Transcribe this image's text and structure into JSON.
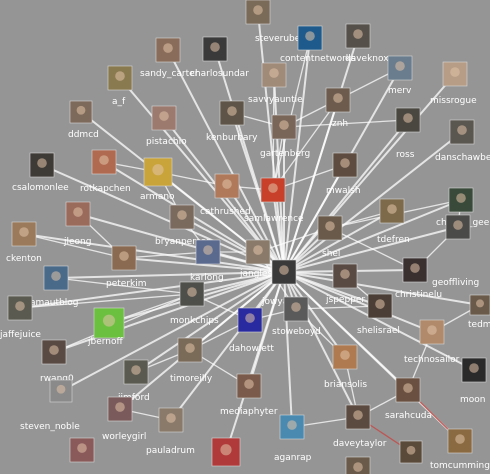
{
  "colors": {
    "background": "#959595",
    "edge": "#ffffff",
    "edge_alt": "#c0504d",
    "label": "#ffffff"
  },
  "chart_data": {
    "type": "network",
    "nodes": [
      {
        "id": "steverubel",
        "label": "steverubel",
        "color": "#7a6a58"
      },
      {
        "id": "contentnetworks",
        "label": "contentnetworks",
        "color": "#1e5b8c"
      },
      {
        "id": "daveknox",
        "label": "daveknox",
        "color": "#56504a"
      },
      {
        "id": "sandy_carter",
        "label": "sandy_carter",
        "color": "#8a6c5a"
      },
      {
        "id": "charlosundar",
        "label": "charlosundar",
        "color": "#3a3a3a"
      },
      {
        "id": "merv",
        "label": "merv",
        "color": "#6a7d8e"
      },
      {
        "id": "missrogue",
        "label": "missrogue",
        "color": "#b79d86"
      },
      {
        "id": "a_f",
        "label": "a_f",
        "color": "#8a7a50"
      },
      {
        "id": "savvyauntie",
        "label": "savvyauntie",
        "color": "#a08a78"
      },
      {
        "id": "znh",
        "label": "znh",
        "color": "#6d5c4e"
      },
      {
        "id": "ddmcd",
        "label": "ddmcd",
        "color": "#7e6a5a"
      },
      {
        "id": "pistachio",
        "label": "pistachio",
        "color": "#9c7a6e"
      },
      {
        "id": "kenburbary",
        "label": "kenburbary",
        "color": "#5e5448"
      },
      {
        "id": "gartenberg",
        "label": "gartenberg",
        "color": "#7a6658"
      },
      {
        "id": "ross",
        "label": "ross",
        "color": "#4a4640"
      },
      {
        "id": "danschawbel",
        "label": "danschawbel",
        "color": "#5a5650"
      },
      {
        "id": "csalomonlee",
        "label": "csalomonlee",
        "color": "#3e3a36"
      },
      {
        "id": "rotkapchen",
        "label": "rotkapchen",
        "color": "#b06a50"
      },
      {
        "id": "armano",
        "label": "armano",
        "color": "#c9a43a"
      },
      {
        "id": "cathrushed",
        "label": "cathrushed",
        "color": "#b07a5a"
      },
      {
        "id": "samlawrence",
        "label": "samlawrence",
        "color": "#c8402a"
      },
      {
        "id": "mwalsh",
        "label": "mwalsh",
        "color": "#5e4c40"
      },
      {
        "id": "cheeky_geeky",
        "label": "cheeky_geeky",
        "color": "#3a4a3a"
      },
      {
        "id": "jleong",
        "label": "jleong",
        "color": "#9a6a5a"
      },
      {
        "id": "bryanperson",
        "label": "bryanperson",
        "color": "#7a6a5e"
      },
      {
        "id": "tdefren",
        "label": "tdefren",
        "color": "#7c6a4a"
      },
      {
        "id": "ckenton",
        "label": "ckenton",
        "color": "#9a7a5a"
      },
      {
        "id": "karlong",
        "label": "karlong",
        "color": "#5a6a8e"
      },
      {
        "id": "jangles",
        "label": "jangles",
        "color": "#8a7a6a"
      },
      {
        "id": "shel",
        "label": "shel",
        "color": "#6a5a4a"
      },
      {
        "id": "geoffliving",
        "label": "geoffliving",
        "color": "#4a4a48"
      },
      {
        "id": "peterkim",
        "label": "peterkim",
        "color": "#8a6a50"
      },
      {
        "id": "jspepper",
        "label": "jspepper",
        "color": "#5a4a44"
      },
      {
        "id": "christinelu",
        "label": "christinelu",
        "color": "#3a3030"
      },
      {
        "id": "amautblog",
        "label": "amautblog",
        "color": "#4a6a8a"
      },
      {
        "id": "jaffejuice",
        "label": "jaffejuice",
        "color": "#5a5a50"
      },
      {
        "id": "monkchips",
        "label": "monkchips",
        "color": "#4e4e4a"
      },
      {
        "id": "jowyang",
        "label": "jowyang",
        "color": "#3a3a3a"
      },
      {
        "id": "jbernoff",
        "label": "jbernoff",
        "color": "#6cc040"
      },
      {
        "id": "stoweboyd",
        "label": "stoweboyd",
        "color": "#5a5a5a"
      },
      {
        "id": "shelisrael",
        "label": "shelisrael",
        "color": "#4a3e36"
      },
      {
        "id": "tedm",
        "label": "tedm",
        "color": "#6a5a4a"
      },
      {
        "id": "dahowlett",
        "label": "dahowlett",
        "color": "#2a2aa0"
      },
      {
        "id": "technosailor",
        "label": "technosailor",
        "color": "#b08a6a"
      },
      {
        "id": "rwang0",
        "label": "rwang0",
        "color": "#5a4a44"
      },
      {
        "id": "timoreilly",
        "label": "timoreilly",
        "color": "#7a6a58"
      },
      {
        "id": "briansolis",
        "label": "briansolis",
        "color": "#b07a50"
      },
      {
        "id": "moon",
        "label": "moon",
        "color": "#2a2a2a"
      },
      {
        "id": "steven_noble",
        "label": "steven_noble",
        "color": "#8a8a8a"
      },
      {
        "id": "jimford",
        "label": "jimford",
        "color": "#5a5a50"
      },
      {
        "id": "mediaphyter",
        "label": "mediaphyter",
        "color": "#7a5a4a"
      },
      {
        "id": "sarahcuda",
        "label": "sarahcuda",
        "color": "#6a5040"
      },
      {
        "id": "worleygirl",
        "label": "worleygirl",
        "color": "#7a5a5a"
      },
      {
        "id": "pauladrum",
        "label": "pauladrum",
        "color": "#8a7a6a"
      },
      {
        "id": "daveytaylor",
        "label": "daveytaylor",
        "color": "#5a4a40"
      },
      {
        "id": "tomcummings",
        "label": "tomcummings",
        "color": "#8a6a40"
      },
      {
        "id": "aganrap",
        "label": "aganrap",
        "color": "#4a8ab0"
      },
      {
        "id": "avatar_bottom_left",
        "label": "",
        "color": "#8a5a5a"
      },
      {
        "id": "avatar_bottom_mid",
        "label": "",
        "color": "#b03a3a"
      },
      {
        "id": "avatar_bottom_right",
        "label": "",
        "color": "#6a5a4a"
      },
      {
        "id": "avatar_bottom_right2",
        "label": "",
        "color": "#5a4a3a"
      }
    ],
    "edges": [
      [
        "jowyang",
        "steverubel"
      ],
      [
        "jowyang",
        "contentnetworks"
      ],
      [
        "jowyang",
        "daveknox"
      ],
      [
        "jowyang",
        "sandy_carter"
      ],
      [
        "jowyang",
        "charlosundar"
      ],
      [
        "jowyang",
        "merv"
      ],
      [
        "jowyang",
        "missrogue"
      ],
      [
        "jowyang",
        "a_f"
      ],
      [
        "jowyang",
        "savvyauntie"
      ],
      [
        "jowyang",
        "znh"
      ],
      [
        "jowyang",
        "ddmcd"
      ],
      [
        "jowyang",
        "pistachio"
      ],
      [
        "jowyang",
        "kenburbary"
      ],
      [
        "jowyang",
        "gartenberg"
      ],
      [
        "jowyang",
        "ross"
      ],
      [
        "jowyang",
        "danschawbel"
      ],
      [
        "jowyang",
        "csalomonlee"
      ],
      [
        "jowyang",
        "rotkapchen"
      ],
      [
        "jowyang",
        "armano"
      ],
      [
        "jowyang",
        "cathrushed"
      ],
      [
        "jowyang",
        "samlawrence"
      ],
      [
        "jowyang",
        "mwalsh"
      ],
      [
        "jowyang",
        "cheeky_geeky"
      ],
      [
        "jowyang",
        "jleong"
      ],
      [
        "jowyang",
        "bryanperson"
      ],
      [
        "jowyang",
        "tdefren"
      ],
      [
        "jowyang",
        "ckenton"
      ],
      [
        "jowyang",
        "karlong"
      ],
      [
        "jowyang",
        "jangles"
      ],
      [
        "jowyang",
        "shel"
      ],
      [
        "jowyang",
        "geoffliving"
      ],
      [
        "jowyang",
        "peterkim"
      ],
      [
        "jowyang",
        "jspepper"
      ],
      [
        "jowyang",
        "christinelu"
      ],
      [
        "jowyang",
        "amautblog"
      ],
      [
        "jowyang",
        "jaffejuice"
      ],
      [
        "jowyang",
        "monkchips"
      ],
      [
        "jowyang",
        "jbernoff"
      ],
      [
        "jowyang",
        "stoweboyd"
      ],
      [
        "jowyang",
        "shelisrael"
      ],
      [
        "jowyang",
        "tedm"
      ],
      [
        "jowyang",
        "dahowlett"
      ],
      [
        "jowyang",
        "technosailor"
      ],
      [
        "jowyang",
        "rwang0"
      ],
      [
        "jowyang",
        "timoreilly"
      ],
      [
        "jowyang",
        "briansolis"
      ],
      [
        "jowyang",
        "moon"
      ],
      [
        "jowyang",
        "steven_noble"
      ],
      [
        "jowyang",
        "jimford"
      ],
      [
        "jowyang",
        "mediaphyter"
      ],
      [
        "jowyang",
        "sarahcuda"
      ],
      [
        "jowyang",
        "worleygirl"
      ],
      [
        "jowyang",
        "pauladrum"
      ],
      [
        "jowyang",
        "daveytaylor"
      ],
      [
        "jowyang",
        "tomcummings"
      ],
      [
        "jowyang",
        "aganrap"
      ],
      [
        "jowyang",
        "avatar_bottom_mid"
      ],
      [
        "samlawrence",
        "savvyauntie"
      ],
      [
        "samlawrence",
        "gartenberg"
      ],
      [
        "samlawrence",
        "znh"
      ],
      [
        "samlawrence",
        "contentnetworks"
      ],
      [
        "samlawrence",
        "cathrushed"
      ],
      [
        "samlawrence",
        "mwalsh"
      ],
      [
        "gartenberg",
        "merv"
      ],
      [
        "gartenberg",
        "ross"
      ],
      [
        "gartenberg",
        "kenburbary"
      ],
      [
        "karlong",
        "bryanperson"
      ],
      [
        "karlong",
        "peterkim"
      ],
      [
        "karlong",
        "jangles"
      ],
      [
        "jangles",
        "stoweboyd"
      ],
      [
        "jangles",
        "shel"
      ],
      [
        "shel",
        "tdefren"
      ],
      [
        "shel",
        "christinelu"
      ],
      [
        "shel",
        "cheeky_geeky"
      ],
      [
        "stoweboyd",
        "dahowlett"
      ],
      [
        "stoweboyd",
        "briansolis"
      ],
      [
        "stoweboyd",
        "shelisrael"
      ],
      [
        "dahowlett",
        "timoreilly"
      ],
      [
        "dahowlett",
        "monkchips"
      ],
      [
        "timoreilly",
        "jimford"
      ],
      [
        "timoreilly",
        "mediaphyter"
      ],
      [
        "briansolis",
        "daveytaylor"
      ],
      [
        "daveytaylor",
        "aganrap"
      ],
      [
        "daveytaylor",
        "sarahcuda"
      ],
      [
        "sarahcuda",
        "technosailor"
      ],
      [
        "technosailor",
        "tedm"
      ],
      [
        "geoffliving",
        "cheeky_geeky"
      ],
      [
        "geoffliving",
        "christinelu"
      ],
      [
        "jspepper",
        "shelisrael"
      ],
      [
        "pauladrum",
        "worleygirl"
      ],
      [
        "armano",
        "rotkapchen"
      ],
      [
        "armano",
        "bryanperson"
      ],
      [
        "jbernoff",
        "monkchips"
      ],
      [
        "cathrushed",
        "armano"
      ],
      [
        "peterkim",
        "jleong"
      ],
      [
        "peterkim",
        "ckenton"
      ],
      [
        "monkchips",
        "amautblog"
      ],
      [
        "monkchips",
        "jaffejuice"
      ],
      [
        "monkchips",
        "rwang0"
      ]
    ],
    "edges_alt": [
      [
        "sarahcuda",
        "tomcummings"
      ],
      [
        "daveytaylor",
        "avatar_bottom_right2"
      ]
    ]
  }
}
